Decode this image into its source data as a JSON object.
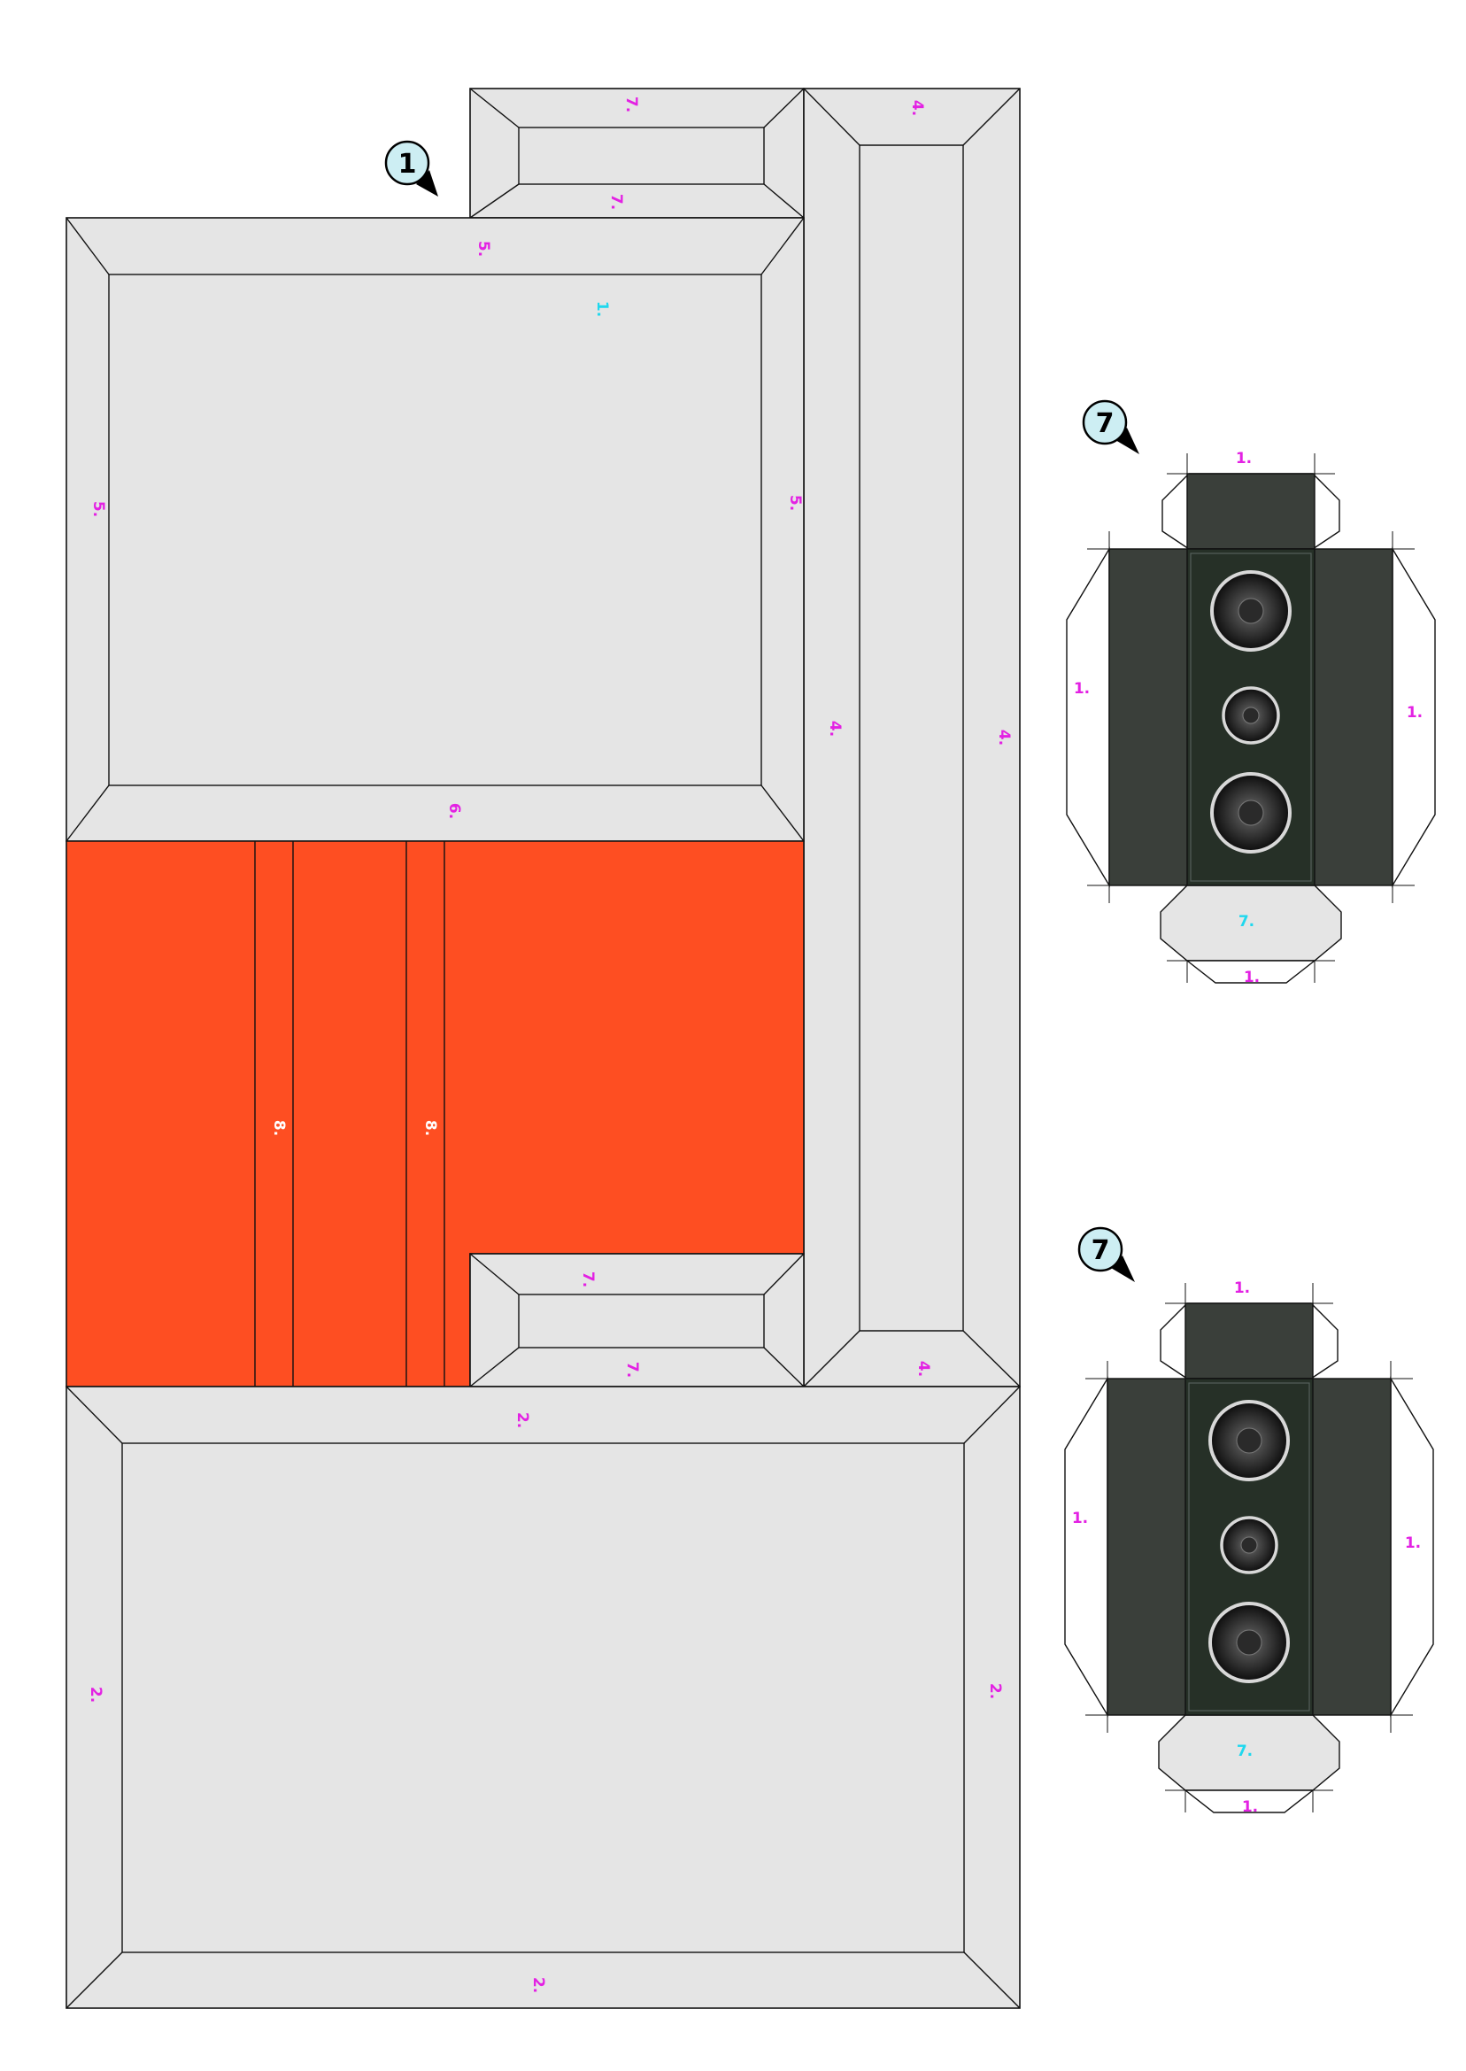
{
  "colors": {
    "label_magenta": "#e321e3",
    "label_cyan": "#1fd8ee",
    "label_white": "#ffffff",
    "orange": "#fe4e22",
    "panel_grey": "#e5e5e5",
    "speaker_dark": "#3a3f3a",
    "marker_fill": "#cdeef3"
  },
  "markers": {
    "m1": "1",
    "m7a": "7",
    "m7b": "7"
  },
  "labels": {
    "top_small_top": "7.",
    "top_small_bottom": "7.",
    "tall_top": "4.",
    "tall_left": "4.",
    "tall_right": "4.",
    "tall_bottom": "4.",
    "big_top": "5.",
    "big_inner": "1.",
    "big_left": "5.",
    "big_right": "5.",
    "big_bottom": "6.",
    "strip_a": "8.",
    "strip_b": "8.",
    "low_small_top": "7.",
    "low_small_bottom": "7.",
    "bottom_top": "2.",
    "bottom_left": "2.",
    "bottom_right": "2.",
    "bottom_bottom": "2.",
    "spk1_top": "1.",
    "spk1_left": "1.",
    "spk1_right": "1.",
    "spk1_base": "7.",
    "spk1_bottom": "1.",
    "spk2_top": "1.",
    "spk2_left": "1.",
    "spk2_right": "1.",
    "spk2_base": "7.",
    "spk2_bottom": "1."
  }
}
